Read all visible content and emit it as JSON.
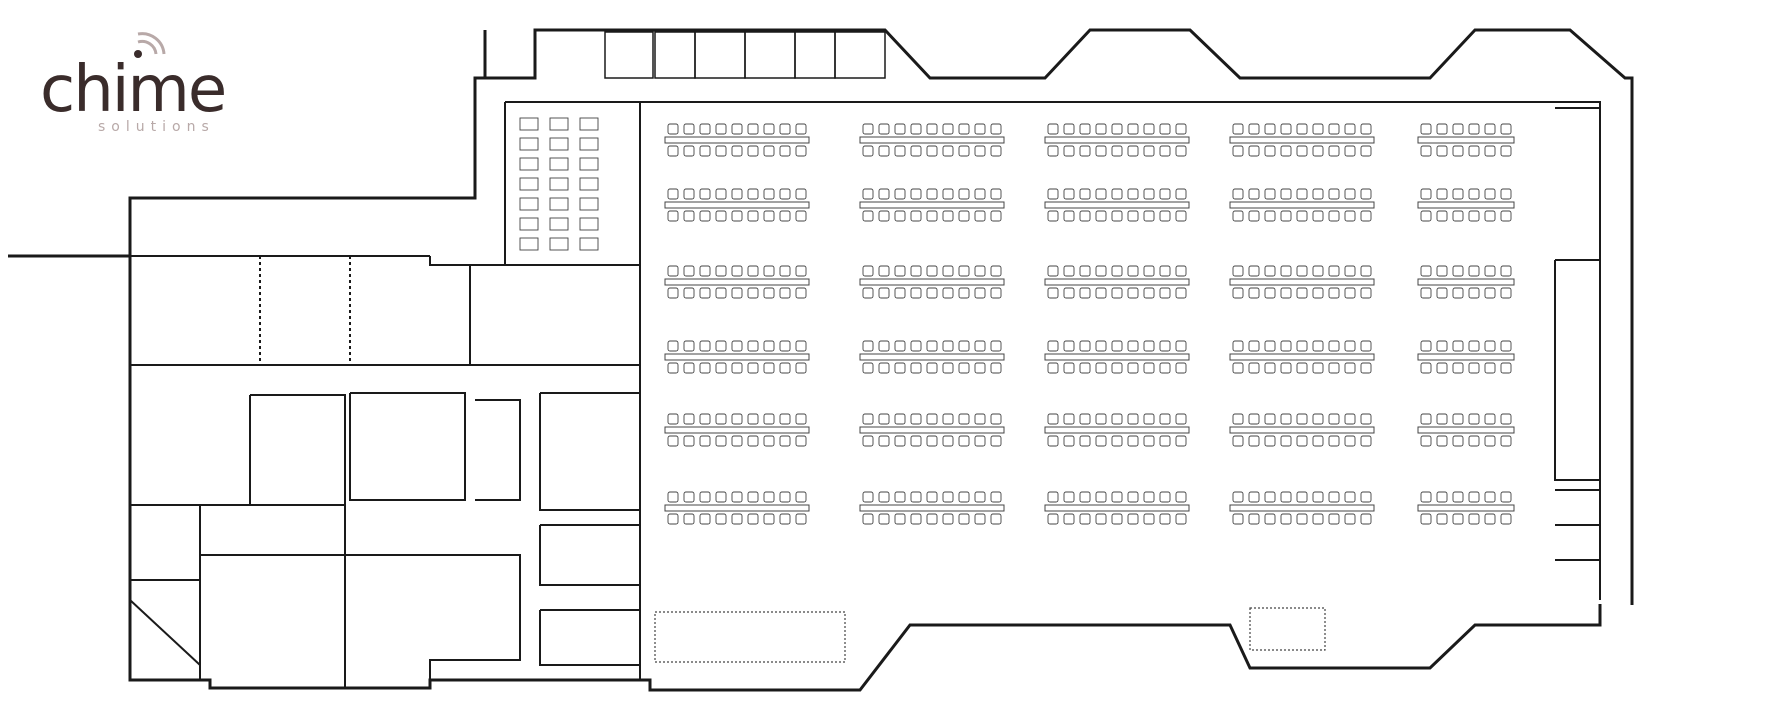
{
  "logo": {
    "word": "chime",
    "tagline": "solutions",
    "icon": "signal-person-icon",
    "colors": {
      "word": "#3a2c2b",
      "tagline": "#b8a9a8"
    }
  },
  "plan": {
    "colors": {
      "wall": "#1a1a1a",
      "furniture": "#444444",
      "background": "#ffffff"
    },
    "workstation_grid": {
      "rows": 6,
      "blocks_per_row": 5,
      "desks_per_block": [
        9,
        9,
        9,
        9,
        6
      ]
    }
  }
}
